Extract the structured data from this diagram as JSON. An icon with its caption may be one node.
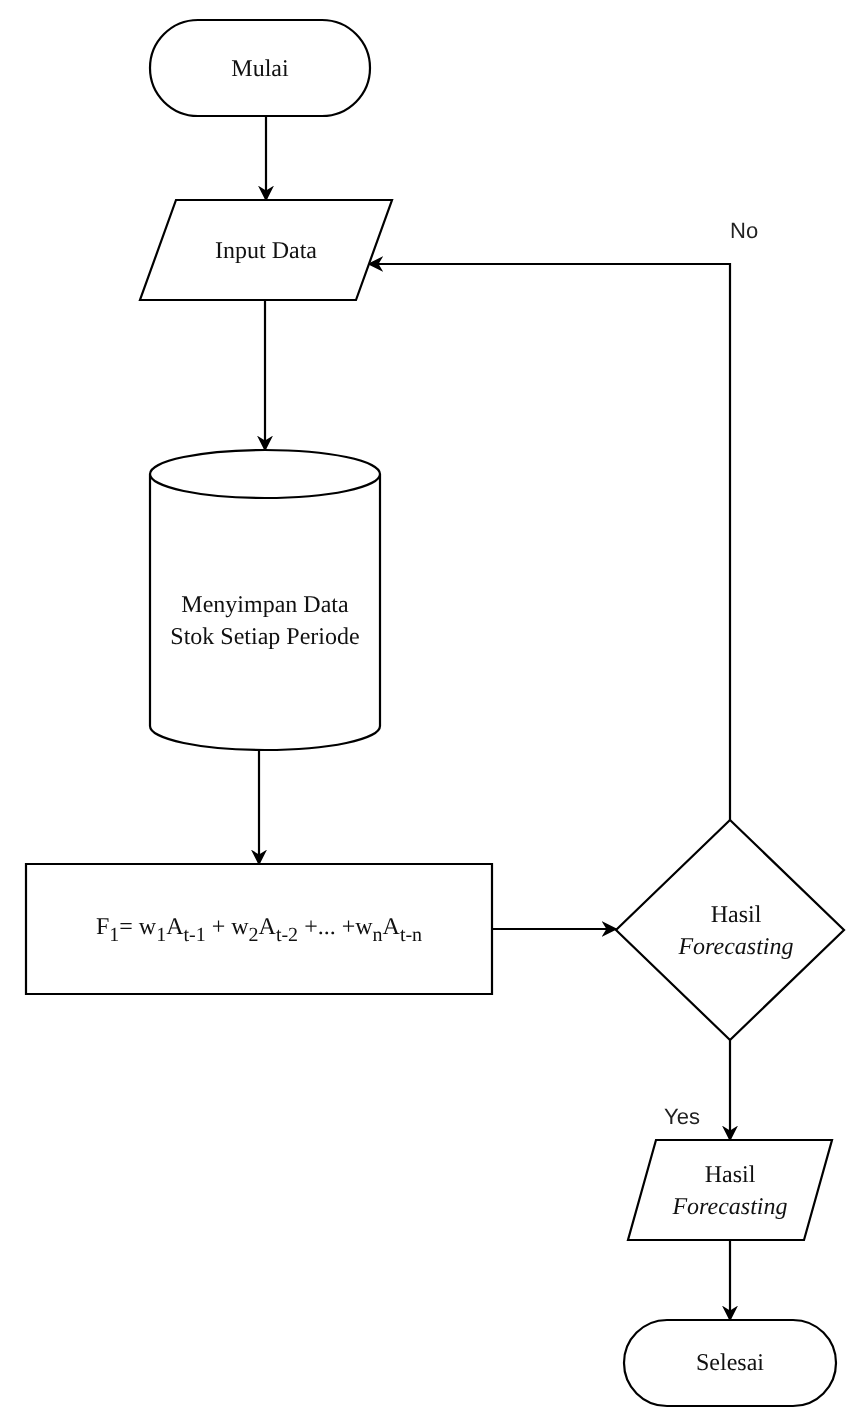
{
  "diagram": {
    "nodes": [
      {
        "text": [
          "Mulai"
        ]
      },
      {
        "text": [
          "Input Data"
        ]
      },
      {
        "text": [
          "Menyimpan Data Stok Setiap Periode"
        ]
      },
      {
        "text": [
          "F$_{1}$= w$_{1}$A$_{t-1}$ + w$_{2}$A$_{t-2}$ +... +w$_{n}$A$_{t-n}$"
        ]
      },
      {
        "text": [
          "Hasil *Forecasting*"
        ]
      },
      {
        "text": [
          "Hasil *Forecasting*"
        ]
      },
      {
        "text": [
          "Selesai"
        ]
      }
    ],
    "edges": [
      {
        "from": 0,
        "to": 1,
        "arrow": "to"
      },
      {
        "from": 1,
        "to": 2,
        "arrow": "to"
      },
      {
        "from": 2,
        "to": 3,
        "arrow": "to"
      },
      {
        "from": 3,
        "to": 4,
        "arrow": "to"
      },
      {
        "from": 4,
        "to": 1,
        "arrow": "to",
        "label": "No"
      },
      {
        "from": 4,
        "to": 5,
        "arrow": "to",
        "label": "Yes"
      },
      {
        "from": 5,
        "to": 6,
        "arrow": "to"
      }
    ]
  }
}
